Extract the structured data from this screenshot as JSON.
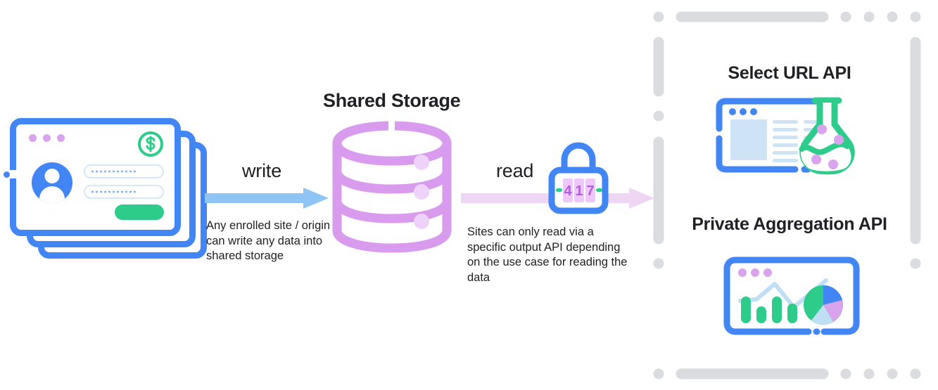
{
  "diagram": {
    "title": "Shared Storage write and read flow",
    "colors": {
      "blue": "#4285F4",
      "light_blue": "#8EC5F5",
      "very_light_blue": "#C9E1F8",
      "green": "#2ECC8B",
      "purple": "#D9A3EE",
      "light_purple": "#E9C3F7",
      "pink_arrow": "#EFD6F5",
      "gray_dash": "#DADCE0",
      "text": "#202124"
    }
  },
  "left": {
    "name": "enrolled sites stack",
    "card_dots_count": 3,
    "badge_icon": "dollar-circle-icon",
    "badge_symbol": "$",
    "avatar_icon": "user-avatar-icon",
    "password_fields": [
      {
        "value": "•••••••••••",
        "dots": 11
      },
      {
        "value": "•••••••••••",
        "dots": 11
      }
    ],
    "submit_button_label": ""
  },
  "write": {
    "label": "write",
    "arrow_icon": "right-arrow-icon",
    "note": "Any enrolled site / origin can write any data into shared storage"
  },
  "center": {
    "title": "Shared Storage",
    "icon": "database-cylinder-icon",
    "rows": 3
  },
  "read": {
    "label": "read",
    "arrow_icon": "right-arrow-icon",
    "lock_icon": "combination-lock-icon",
    "lock_combination": "417",
    "note": "Sites can only read via a specific output API depending on the use case for reading the data"
  },
  "outputs": {
    "panel_name": "output APIs panel",
    "items": [
      {
        "title": "Select URL API",
        "icon": "browser-with-flask-icon"
      },
      {
        "title": "Private Aggregation API",
        "icon": "browser-with-charts-icon"
      }
    ]
  }
}
